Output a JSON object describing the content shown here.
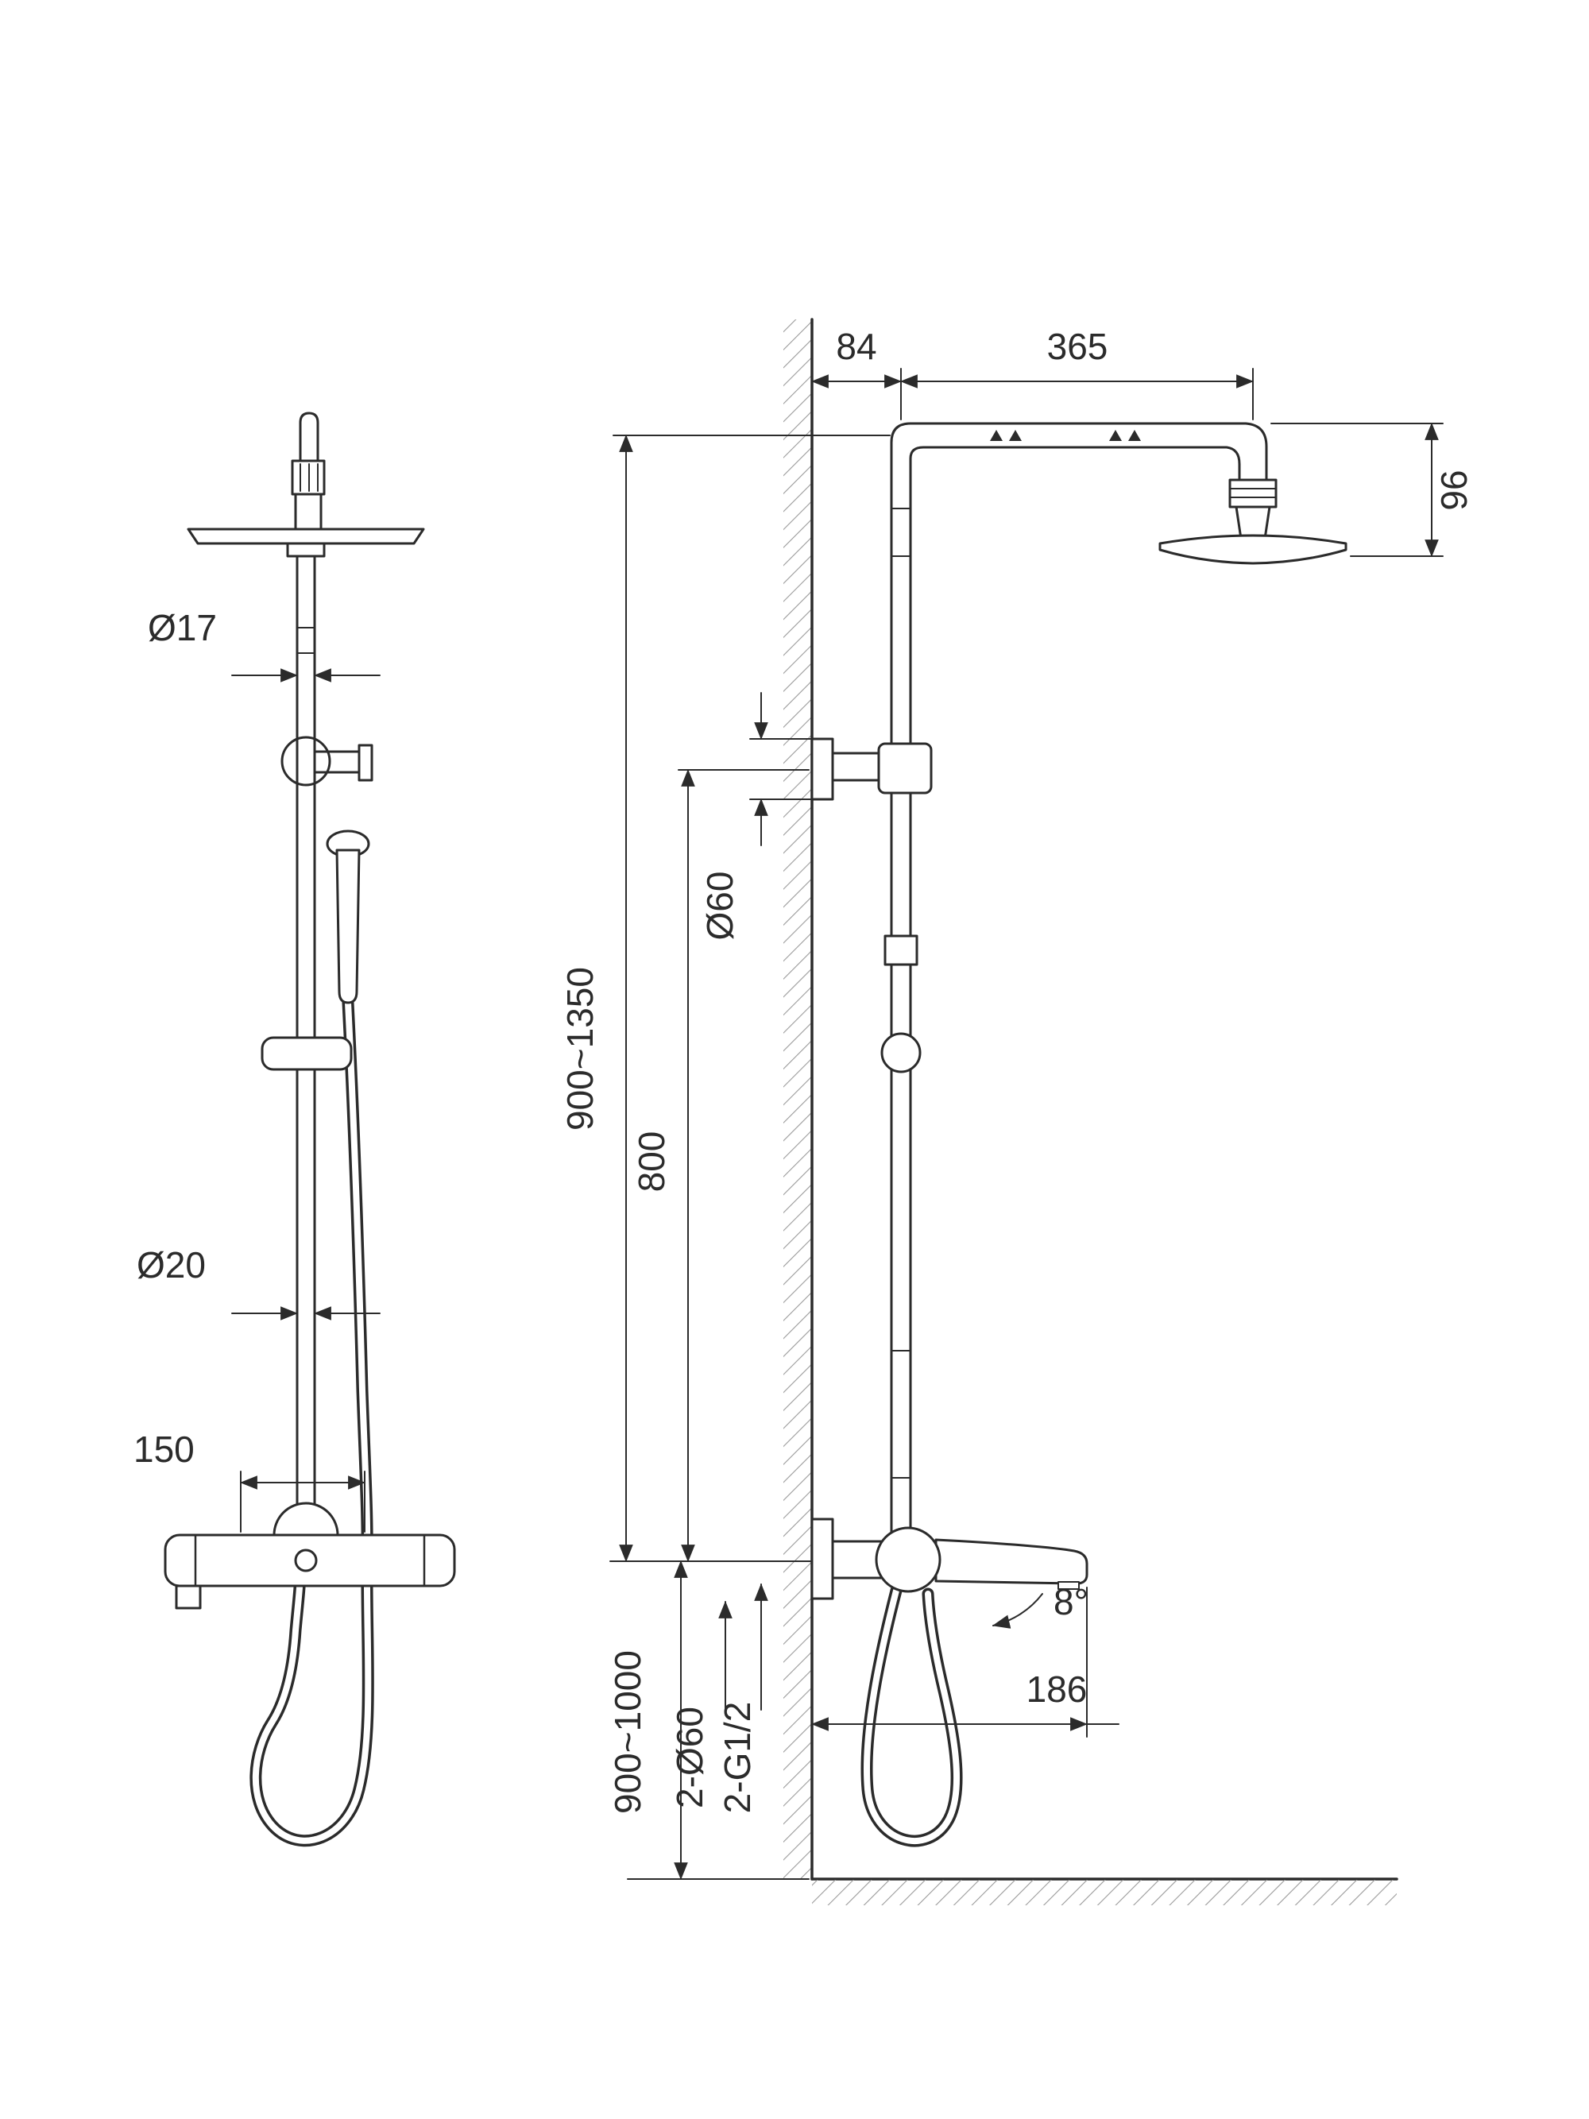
{
  "labels": {
    "dia17": "Ø17",
    "dia20": "Ø20",
    "spacing150": "150",
    "offset84": "84",
    "arm365": "365",
    "head96": "96",
    "riser_range": "900~1350",
    "bracket_to_mixer": "800",
    "flange_dia": "Ø60",
    "install_height": "900~1000",
    "inlet_flanges": "2-Ø60",
    "inlet_threads": "2-G1/2",
    "spout_angle": "8°",
    "spout_reach": "186"
  },
  "colors": {
    "line": "#2b2b2b",
    "dim": "#2b2b2b",
    "hatch": "#9a9a9a",
    "background": "#ffffff"
  }
}
